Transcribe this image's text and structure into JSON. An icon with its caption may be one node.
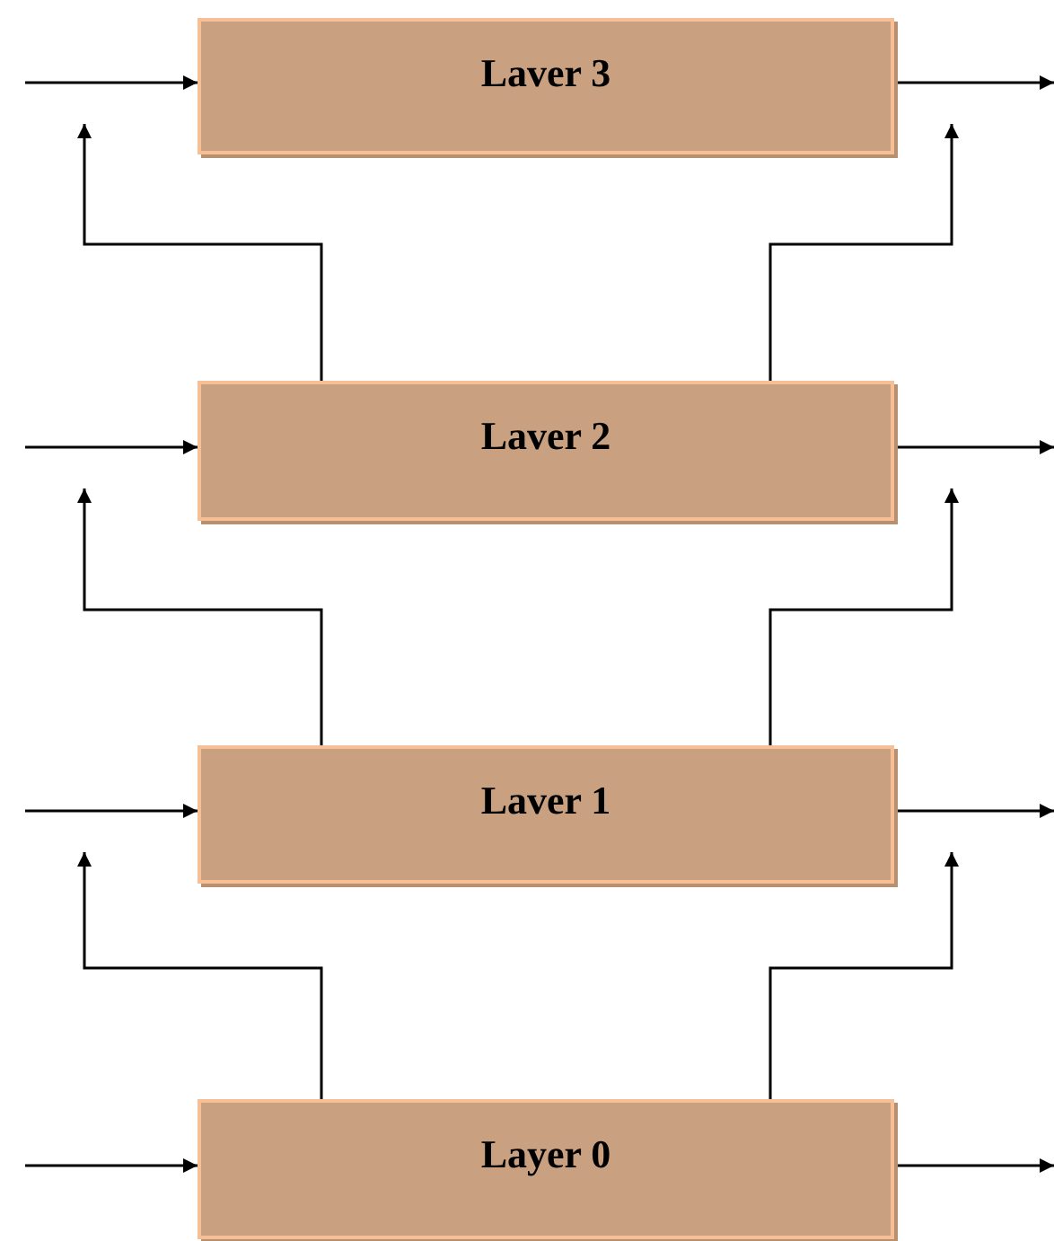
{
  "diagram": {
    "nodes": [
      {
        "text": [
          "Laver 3"
        ]
      },
      {
        "text": [
          "Laver 2"
        ]
      },
      {
        "text": [
          "Laver 1"
        ]
      },
      {
        "text": [
          "Layer 0"
        ]
      }
    ],
    "edges": [
      {
        "from": null,
        "to": 0,
        "arrow": "to"
      },
      {
        "from": 0,
        "to": null,
        "arrow": "to"
      },
      {
        "from": null,
        "to": 1,
        "arrow": "to"
      },
      {
        "from": 1,
        "to": null,
        "arrow": "to"
      },
      {
        "from": null,
        "to": 2,
        "arrow": "to"
      },
      {
        "from": 2,
        "to": null,
        "arrow": "to"
      },
      {
        "from": null,
        "to": 3,
        "arrow": "to"
      },
      {
        "from": 3,
        "to": null,
        "arrow": "to"
      },
      {
        "from": 1,
        "to": null,
        "arrow": "to"
      },
      {
        "from": 1,
        "to": null,
        "arrow": "to"
      },
      {
        "from": 2,
        "to": null,
        "arrow": "to"
      },
      {
        "from": 2,
        "to": null,
        "arrow": "to"
      },
      {
        "from": 3,
        "to": null,
        "arrow": "to"
      },
      {
        "from": 3,
        "to": null,
        "arrow": "to"
      }
    ]
  }
}
